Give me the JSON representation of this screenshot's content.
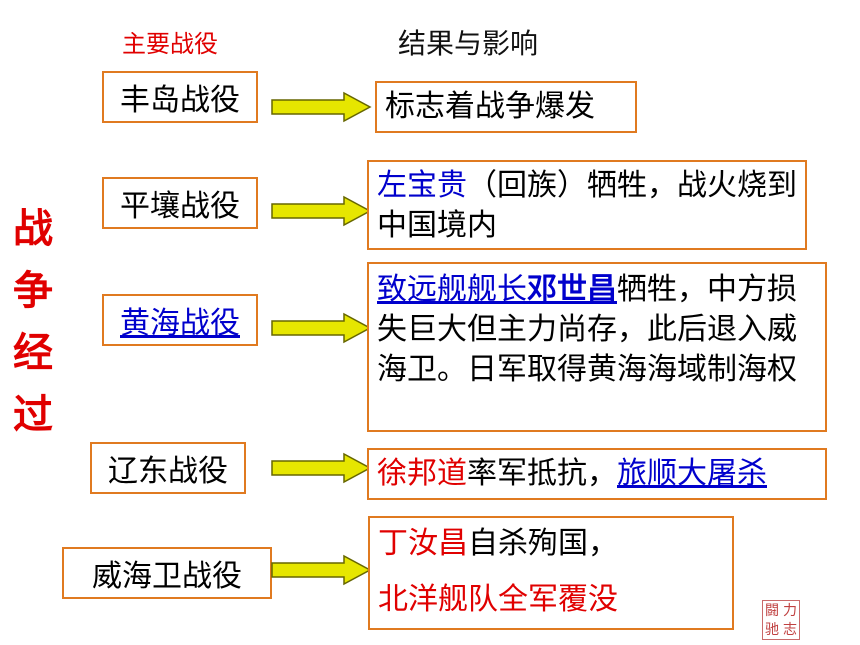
{
  "headers": {
    "left": "主要战役",
    "right": "结果与影响"
  },
  "side_title": [
    "战",
    "争",
    "经",
    "过"
  ],
  "rows": [
    {
      "battle": "丰岛战役",
      "result": {
        "plain": "标志着战争爆发"
      }
    },
    {
      "battle": "平壤战役",
      "result": {
        "blue": "左宝贵",
        "rest": "（回族）牺牲，战火烧到中国境内"
      }
    },
    {
      "battle": "黄海战役",
      "result": {
        "link": "致远舰舰长",
        "link_bold": "邓世昌",
        "rest": "牺牲，中方损失巨大但主力尚存，此后退入威海卫。日军取得黄海海域制海权"
      }
    },
    {
      "battle": "辽东战役",
      "result": {
        "red": "徐邦道",
        "mid": "率军抵抗，",
        "link": "旅顺大屠杀"
      }
    },
    {
      "battle": "威海卫战役",
      "result": {
        "red": "丁汝昌",
        "rest": "自杀殉国，",
        "line2": "北洋舰队全军覆没"
      }
    }
  ],
  "seal": {
    "chars": [
      "闘",
      "力",
      "驰",
      "志"
    ]
  },
  "colors": {
    "box_border": "#e07a20",
    "arrow_fill": "#e6e600",
    "accent_red": "#e00000",
    "link_blue": "#0000cc"
  }
}
